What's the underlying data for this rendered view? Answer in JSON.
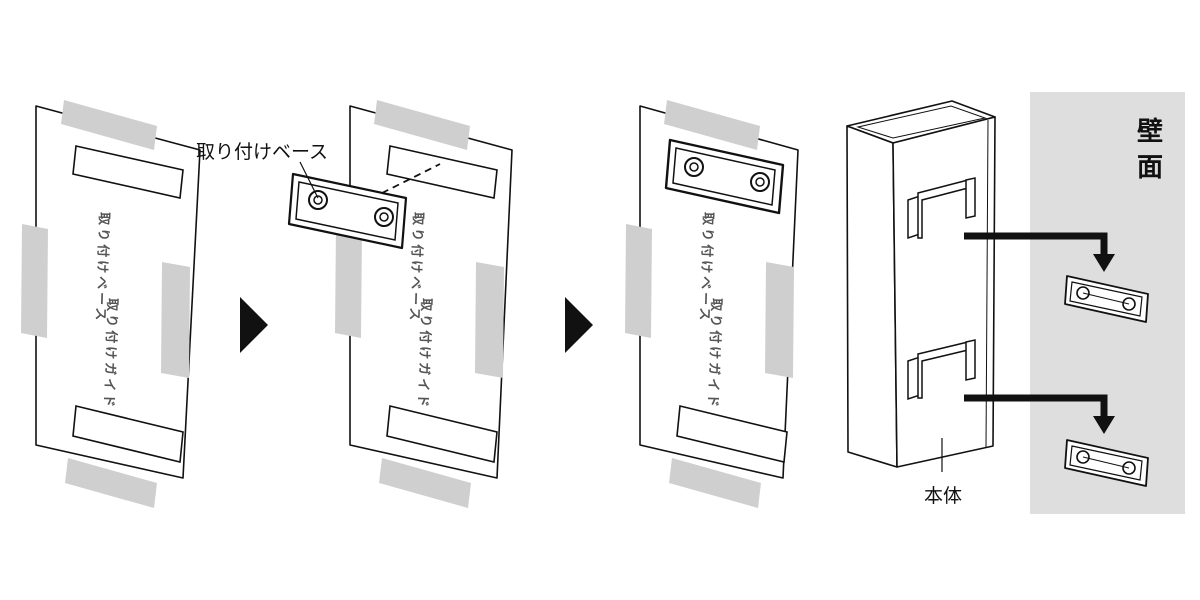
{
  "labels": {
    "base": "取り付けベース",
    "body": "本体",
    "wall_line1": "壁",
    "wall_line2": "面"
  },
  "guide": {
    "line1": "取り付けベース",
    "line2": "取り付けガイド"
  },
  "colors": {
    "line": "#111111",
    "tape": "#cfcfcf",
    "wall": "#dedede",
    "guide_text": "#555555"
  }
}
